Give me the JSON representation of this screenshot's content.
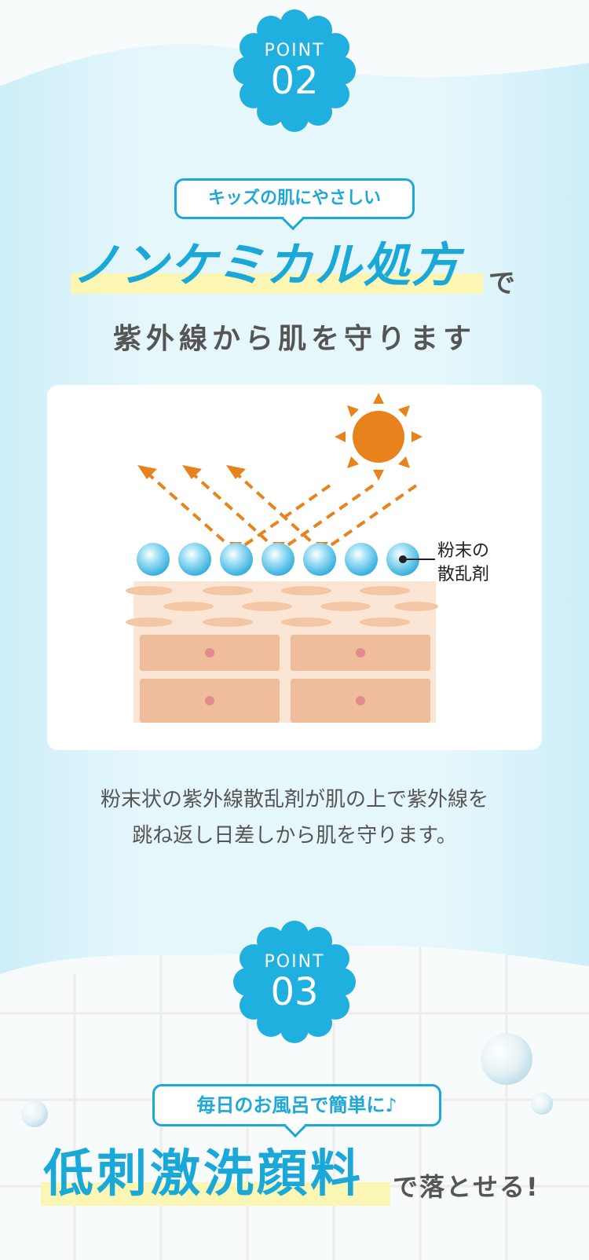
{
  "point02": {
    "point_label": "POINT",
    "number": "02",
    "bubble": "キッズの肌にやさしい",
    "headline": "ノンケミカル処方",
    "headline_suffix": "で",
    "subhead": "紫外線から肌を守ります",
    "diagram_label_line1": "粉末の",
    "diagram_label_line2": "散乱剤",
    "desc_line1": "粉末状の紫外線散乱剤が肌の上で紫外線を",
    "desc_line2": "跳ね返し日差しから肌を守ります。"
  },
  "point03": {
    "point_label": "POINT",
    "number": "03",
    "bubble": "毎日のお風呂で簡単に♪",
    "headline": "低刺激洗顔料",
    "headline_suffix": "で落とせる!"
  },
  "colors": {
    "accent_blue": "#1ea8d8",
    "highlight_yellow": "#fbf6b4",
    "sun_orange": "#e8821c",
    "skin": "#f5c9a8"
  },
  "icons": [
    "sun-icon",
    "flower-badge-icon",
    "water-drop-icon"
  ]
}
